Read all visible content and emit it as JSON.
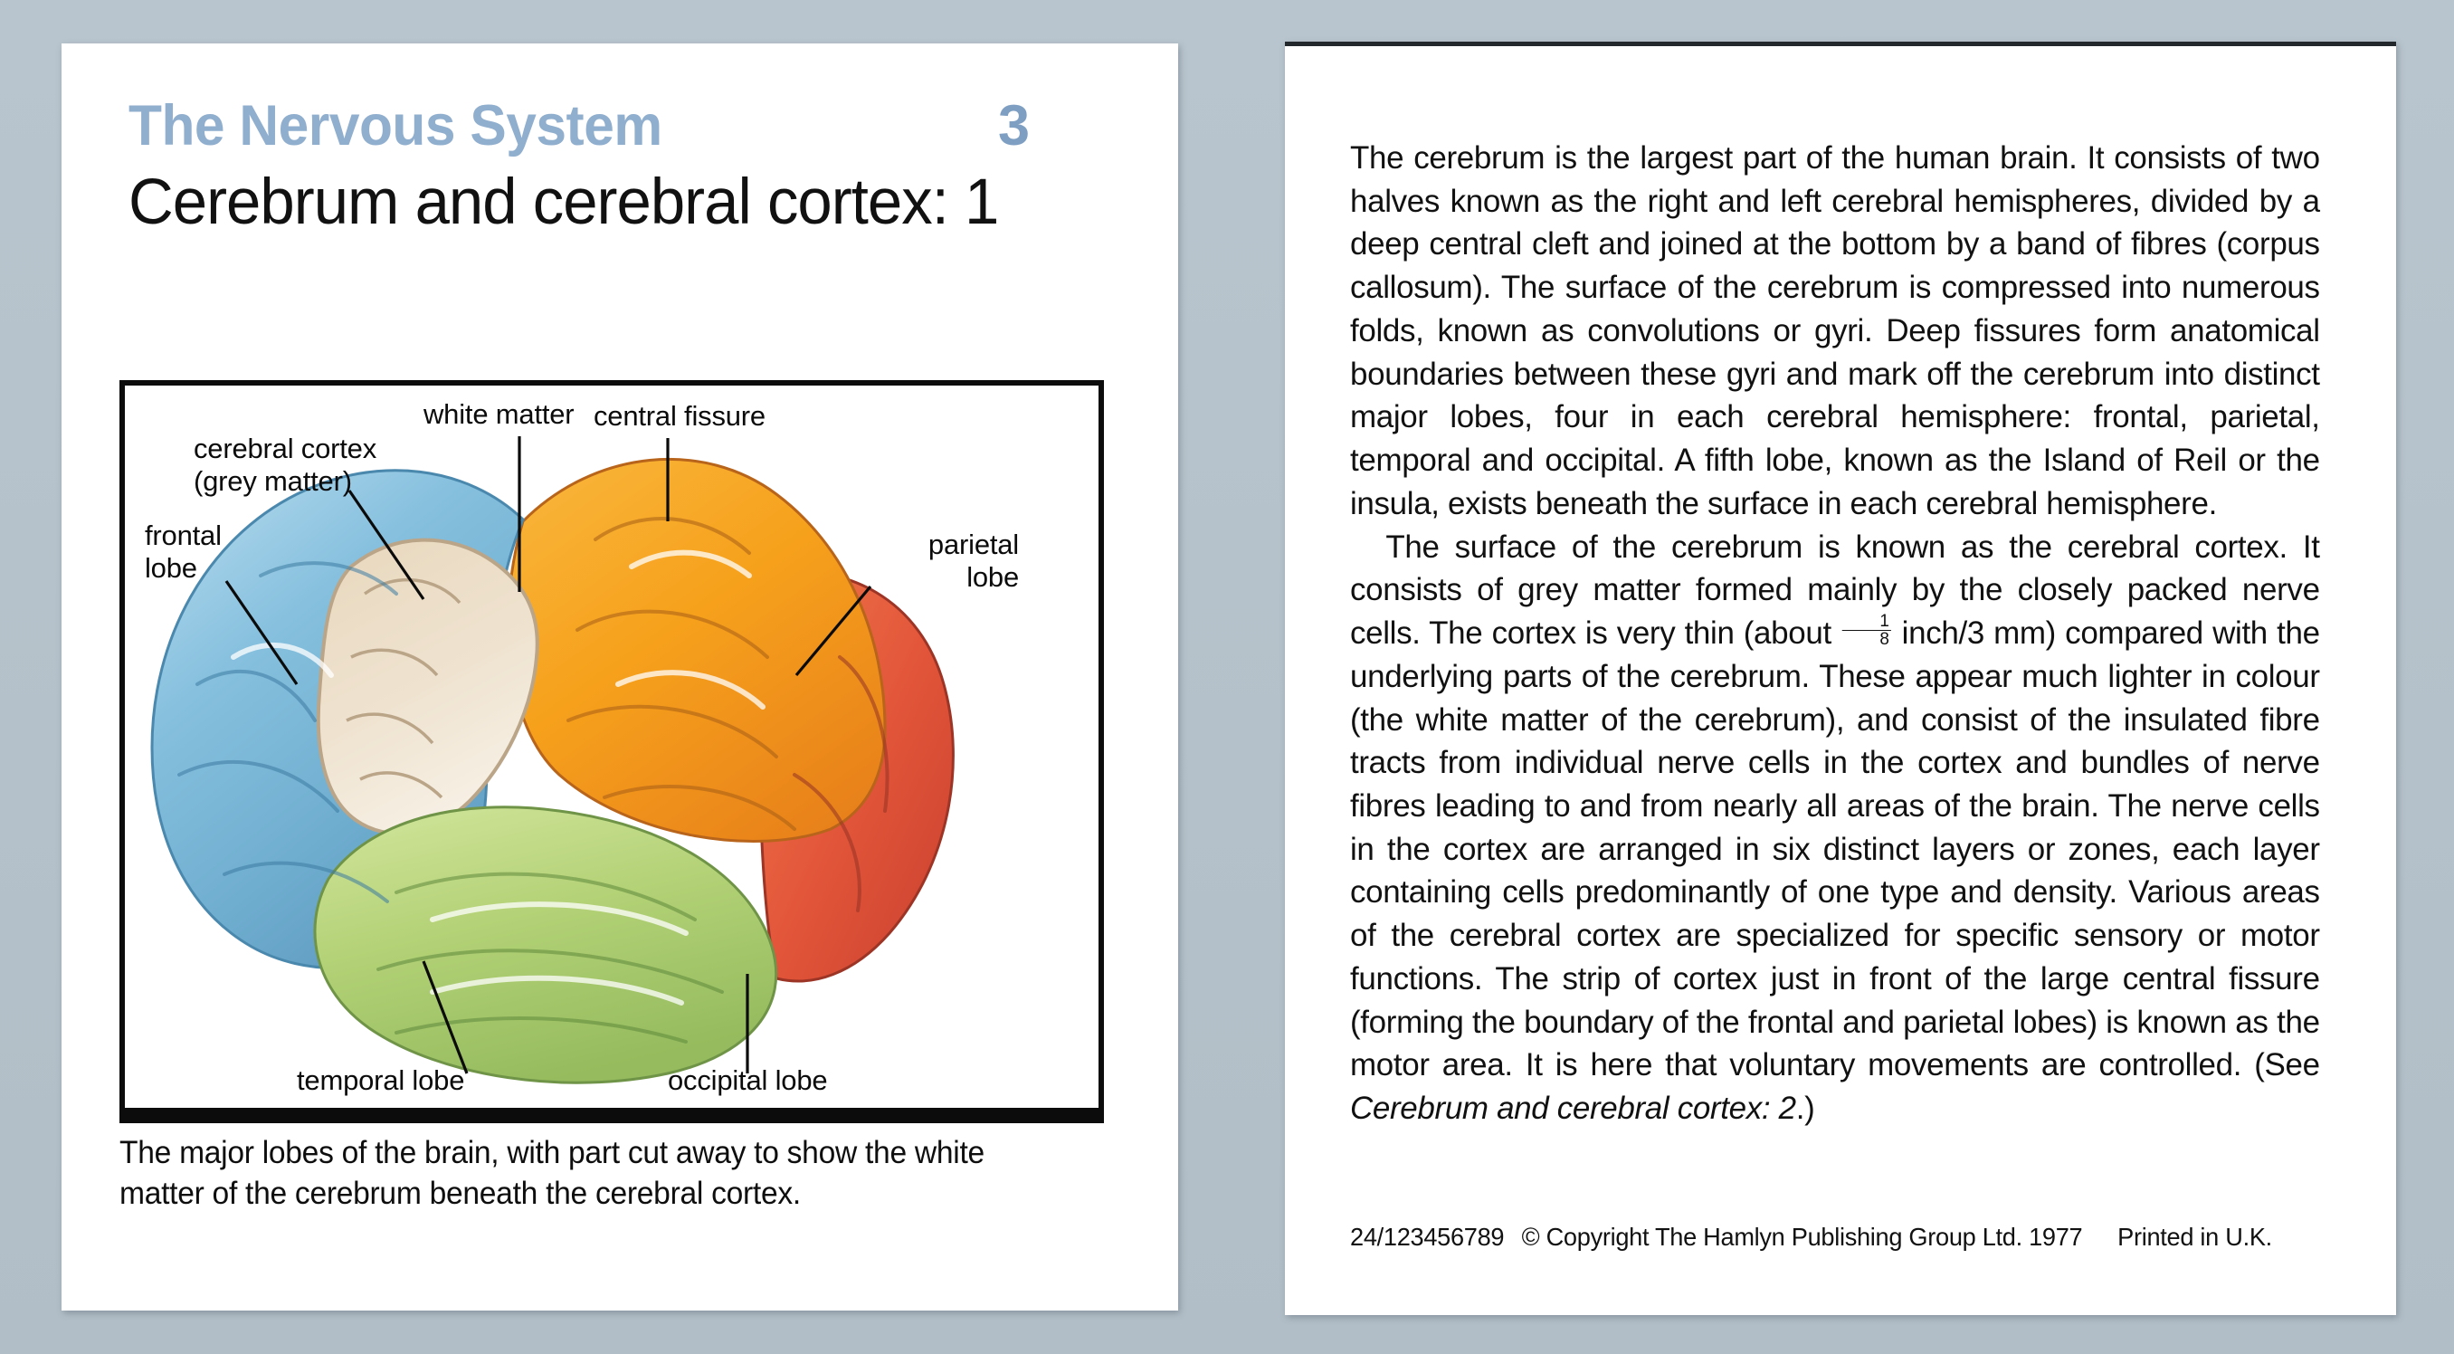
{
  "background_color": "#b8c4cd",
  "front_card": {
    "series_title": "The Nervous System",
    "card_number": "3",
    "card_title": "Cerebrum and cerebral cortex: 1",
    "series_title_color": "#90aece",
    "figure": {
      "labels": [
        {
          "id": "cerebral-cortex",
          "text": "cerebral cortex\n(grey matter)"
        },
        {
          "id": "white-matter",
          "text": "white matter"
        },
        {
          "id": "central-fissure",
          "text": "central fissure"
        },
        {
          "id": "frontal-lobe",
          "text": "frontal\nlobe"
        },
        {
          "id": "parietal-lobe",
          "text": "parietal\nlobe"
        },
        {
          "id": "temporal-lobe",
          "text": "temporal lobe"
        },
        {
          "id": "occipital-lobe",
          "text": "occipital lobe"
        }
      ],
      "region_colors": {
        "frontal_lobe": "#7fb8d9",
        "parietal_lobe": "#f5a11b",
        "temporal_lobe": "#b4d177",
        "occipital_lobe": "#e2563a",
        "white_matter": "#e6d4bb"
      }
    },
    "caption": "The major lobes of the brain, with part cut away to show the white matter of the cerebrum beneath the cerebral cortex."
  },
  "back_card": {
    "paragraph_1": "The cerebrum is the largest part of the human brain. It consists of two halves known as the right and left cerebral hemispheres, divided by a deep central cleft and joined at the bottom by a band of fibres (corpus callosum). The surface of the cerebrum is compressed into numerous folds, known as convolutions or gyri. Deep fissures form anatomical boundaries between these gyri and mark off the cerebrum into distinct major lobes, four in each cerebral hemisphere: frontal, parietal, temporal and occipital. A fifth lobe, known as the Island of Reil or the insula, exists beneath the surface in each cerebral hemisphere.",
    "paragraph_2_part_a": "The surface of the cerebrum is known as the cerebral cortex. It consists of grey matter formed mainly by the closely packed nerve cells. The cortex is very thin (about ",
    "fraction_numerator": "1",
    "fraction_denominator": "8",
    "paragraph_2_part_b": " inch/3 mm) compared with the underlying parts of the cerebrum. These appear much lighter in colour (the white matter of the cerebrum), and consist of the insulated fibre tracts from individual nerve cells in the cortex and bundles of nerve fibres leading to and from nearly all areas of the brain. The nerve cells in the cortex are arranged in six distinct layers or zones, each layer containing cells predominantly of one type and density. Various areas of the cerebral cortex are specialized for specific sensory or motor functions. The strip of cortex just in front of the large central fissure (forming the boundary of the frontal and parietal lobes) is known as the motor area. It is here that voluntary movements are controlled. (See ",
    "paragraph_2_italic_reference": "Cerebrum and cerebral cortex: 2",
    "paragraph_2_part_c": ".)",
    "copyright_code": "24/123456789",
    "copyright_symbol": "©",
    "copyright_text": "Copyright The Hamlyn Publishing Group Ltd. 1977",
    "printed_in": "Printed in U.K."
  }
}
